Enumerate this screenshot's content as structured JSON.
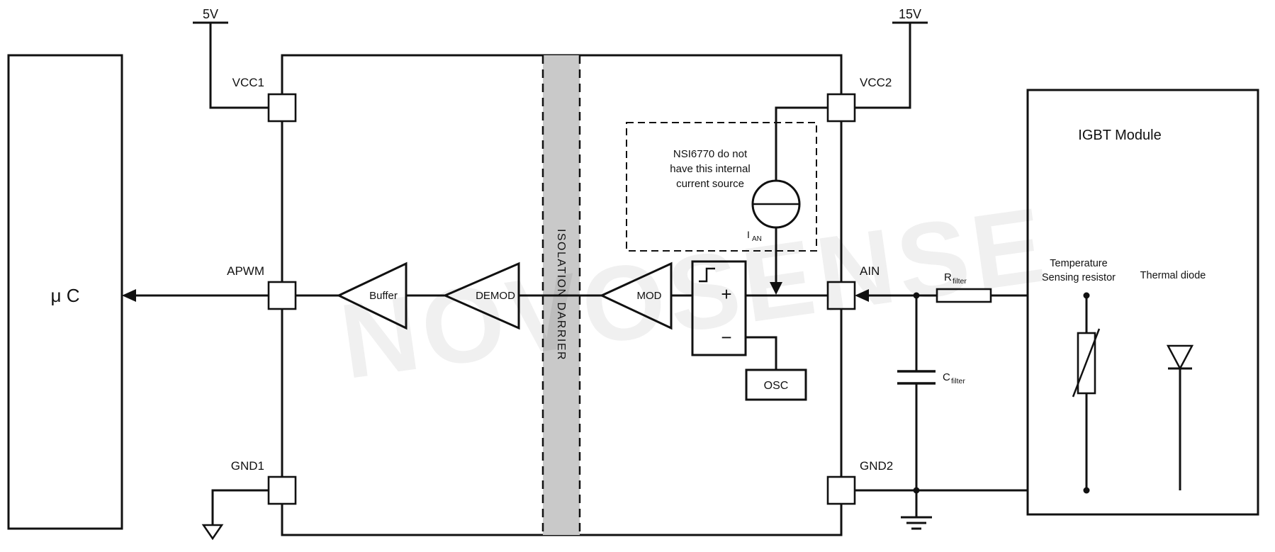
{
  "watermark": {
    "text": "NOVOSENSE"
  },
  "supplies": {
    "v5": "5V",
    "v15": "15V"
  },
  "mcu": {
    "label": "μ C"
  },
  "ic": {
    "pins": {
      "vcc1": "VCC1",
      "apwm": "APWM",
      "gnd1": "GND1",
      "vcc2": "VCC2",
      "ain": "AIN",
      "gnd2": "GND2"
    },
    "blocks": {
      "buffer": "Buffer",
      "demod": "DEMOD",
      "mod": "MOD",
      "osc": "OSC"
    },
    "barrier": {
      "label": "ISOLATION DARRIER"
    },
    "comparator": {
      "plus": "+",
      "minus": "−"
    },
    "note": {
      "lines": [
        "NSI6770 do not",
        "have this internal",
        "current source"
      ]
    },
    "current_source": {
      "base": "I",
      "sub": "AN"
    }
  },
  "external": {
    "rfilter": {
      "base": "R",
      "sub": "filter"
    },
    "cfilter": {
      "base": "C",
      "sub": "filter"
    },
    "igbt": {
      "title": "IGBT Module",
      "thermistor_lines": [
        "Temperature",
        "Sensing resistor"
      ],
      "diode_label": "Thermal diode"
    }
  },
  "colors": {
    "line": "#111111",
    "barrier_fill": "#c9c9c9",
    "background": "#ffffff"
  }
}
